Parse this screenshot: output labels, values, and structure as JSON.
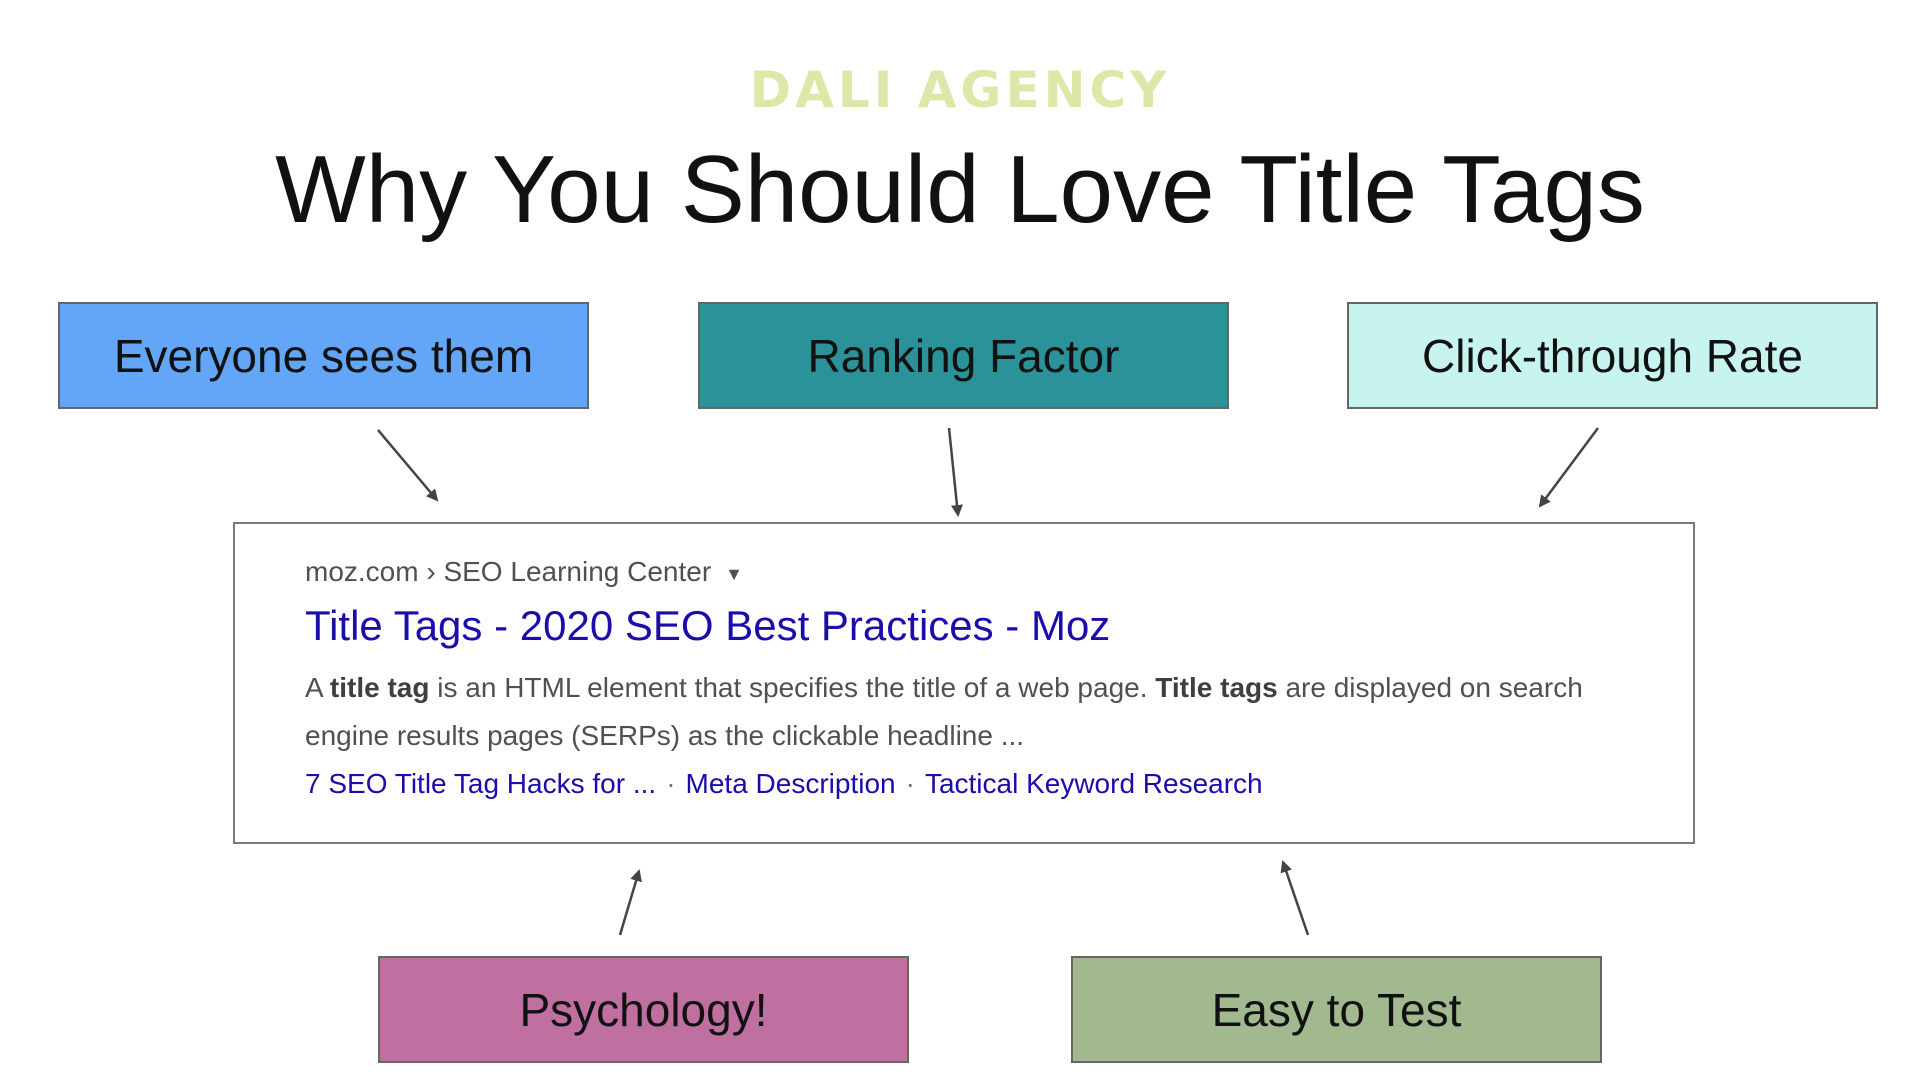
{
  "watermark": "DALI AGENCY",
  "title": "Why You Should Love Title Tags",
  "boxes": {
    "everyone": "Everyone sees them",
    "ranking": "Ranking Factor",
    "ctr": "Click-through Rate",
    "psychology": "Psychology!",
    "easy": "Easy to Test"
  },
  "colors": {
    "everyone": "#63a6f8",
    "ranking": "#2b929a",
    "ctr": "#c8f4f0",
    "psychology": "#c070a0",
    "easy": "#a2b88f",
    "serp_link": "#1a0dab",
    "watermark": "#dde8a8"
  },
  "serp": {
    "breadcrumb": "moz.com › SEO Learning Center",
    "caret_icon": "caret-down-icon",
    "title": "Title Tags - 2020 SEO Best Practices - Moz",
    "desc": {
      "p1": "A ",
      "b1": "title tag",
      "p2": " is an HTML element that specifies the title of a web page. ",
      "b2": "Title tags",
      "p3": " are displayed on search engine results pages (SERPs) as the clickable headline ..."
    },
    "sitelinks": [
      "7 SEO Title Tag Hacks for ...",
      "Meta Description",
      "Tactical Keyword Research"
    ],
    "separator": "·"
  }
}
